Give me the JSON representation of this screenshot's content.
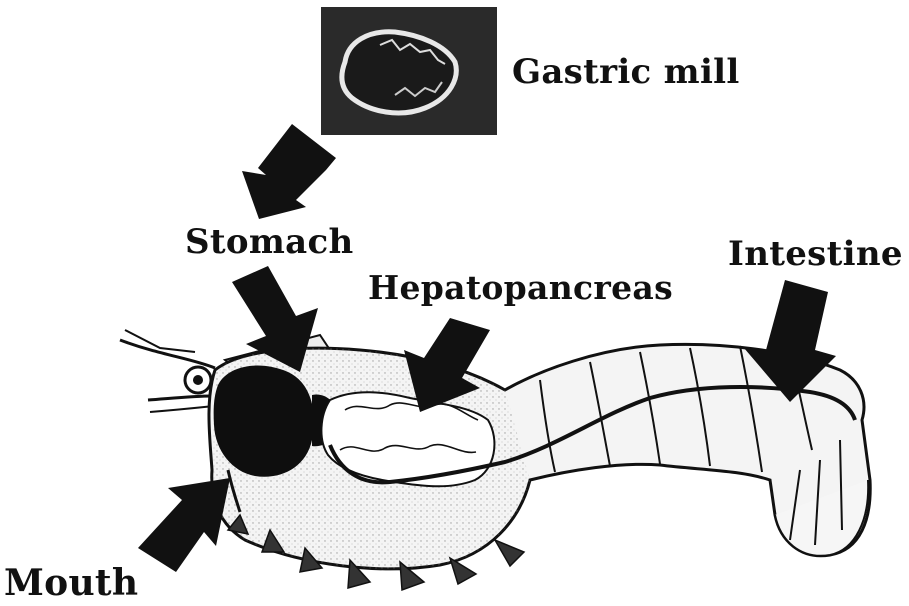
{
  "labels": {
    "gastric_mill": "Gastric mill",
    "stomach": "Stomach",
    "hepatopancreas": "Hepatopancreas",
    "intestine": "Intestine",
    "mouth": "Mouth"
  },
  "colors": {
    "ink": "#111111",
    "inset_background": "#2a2a2a",
    "body_fill": "#f4f4f4",
    "hepatopancreas_fill": "#ffffff"
  }
}
